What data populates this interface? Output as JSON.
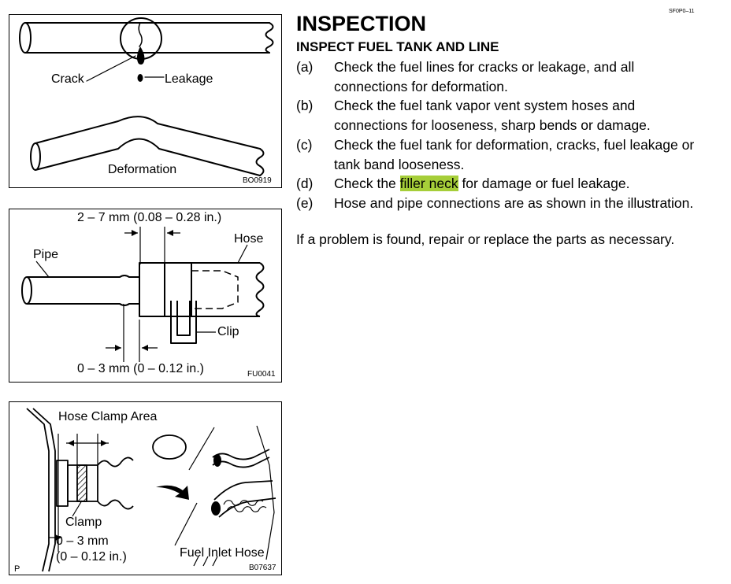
{
  "header": {
    "doc_code": "SF0P0–11"
  },
  "section": {
    "title": "INSPECTION",
    "subtitle": "INSPECT FUEL TANK AND LINE"
  },
  "steps": [
    {
      "letter": "(a)",
      "text": "Check the fuel lines for cracks or leakage, and all connections for deformation."
    },
    {
      "letter": "(b)",
      "text": "Check the fuel tank vapor vent system hoses and connections for looseness, sharp bends or damage."
    },
    {
      "letter": "(c)",
      "text": "Check the fuel tank for deformation, cracks, fuel leakage or tank band looseness."
    },
    {
      "letter": "(d)",
      "text_before": "Check the ",
      "highlight": "filler neck",
      "text_after": " for damage or fuel leakage."
    },
    {
      "letter": "(e)",
      "text": "Hose and pipe connections are as shown in the illustration."
    }
  ],
  "closing": "If a problem is found, repair or replace the parts as necessary.",
  "highlight_color": "#a6ce39",
  "figures": {
    "fig1": {
      "crack": "Crack",
      "leakage": "Leakage",
      "deformation": "Deformation",
      "code": "BO0919"
    },
    "fig2": {
      "dim_top": "2 – 7 mm (0.08 – 0.28 in.)",
      "hose": "Hose",
      "pipe": "Pipe",
      "clip": "Clip",
      "dim_bottom": "0 – 3 mm (0 – 0.12 in.)",
      "code": "FU0041"
    },
    "fig3": {
      "hose_clamp_area": "Hose Clamp Area",
      "clamp": "Clamp",
      "dim_line1": "0 – 3 mm",
      "dim_line2": "(0 – 0.12 in.)",
      "fuel_inlet_hose": "Fuel Inlet Hose",
      "corner": "P",
      "code": "B07637"
    }
  }
}
